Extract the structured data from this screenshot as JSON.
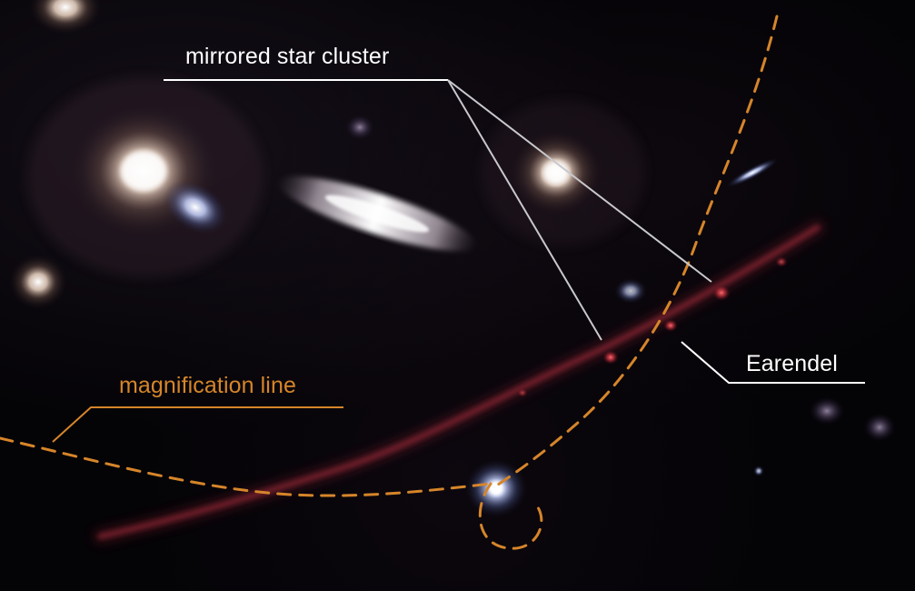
{
  "annotations": {
    "mirrored_cluster": "mirrored star cluster",
    "earendel": "Earendel",
    "magnification_line": "magnification line"
  },
  "colors": {
    "annotation_white": "#ffffff",
    "pointer_gray": "#c8c8cc",
    "magnification_orange": "#d6852a",
    "lensed_arc_red": "#b03040",
    "background": "#040306"
  }
}
